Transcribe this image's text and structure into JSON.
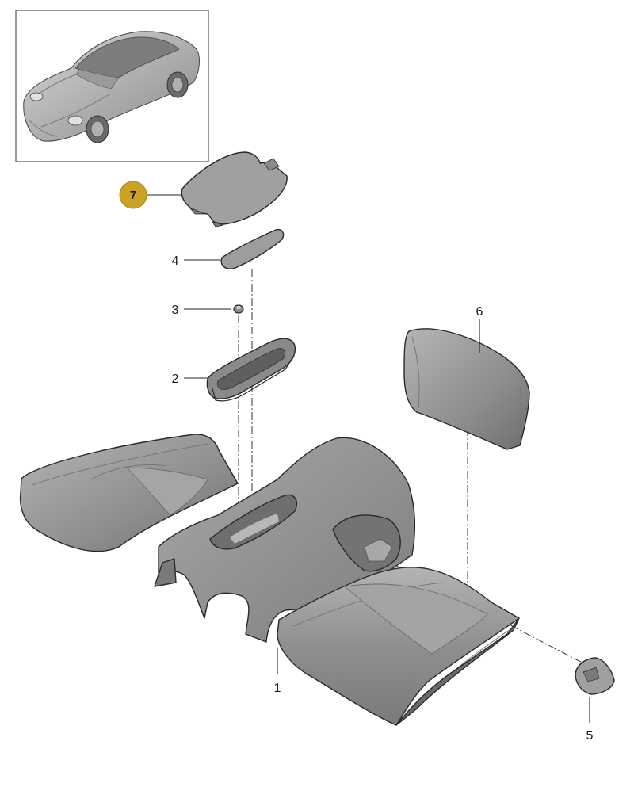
{
  "colors": {
    "part_fill": "#9c9c9c",
    "part_light": "#c2c2c2",
    "part_dark": "#6e6e6e",
    "outline": "#2a2a2a",
    "badge_fill": "#c9a227",
    "thumbnail_border": "#555555"
  },
  "callouts": [
    {
      "id": "1",
      "label": "1",
      "highlighted": false
    },
    {
      "id": "2",
      "label": "2",
      "highlighted": false
    },
    {
      "id": "3",
      "label": "3",
      "highlighted": false
    },
    {
      "id": "4",
      "label": "4",
      "highlighted": false
    },
    {
      "id": "5",
      "label": "5",
      "highlighted": false
    },
    {
      "id": "6",
      "label": "6",
      "highlighted": false
    },
    {
      "id": "7",
      "label": "7",
      "highlighted": true
    }
  ],
  "thumbnail": {
    "icon": "sports-car-icon"
  }
}
